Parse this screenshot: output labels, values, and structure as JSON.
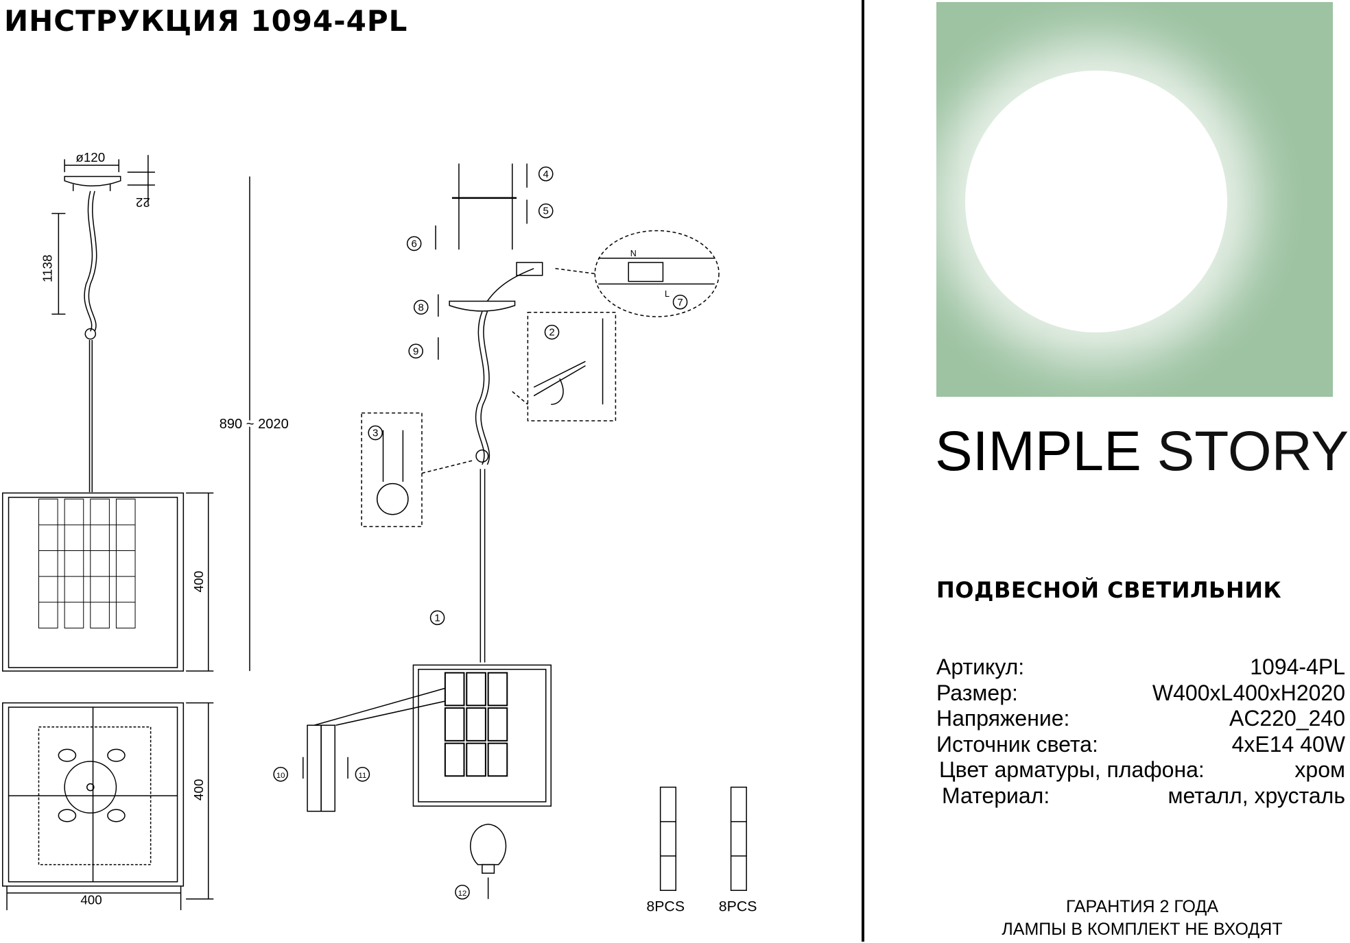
{
  "header": {
    "title": "ИНСТРУКЦИЯ 1094-4PL"
  },
  "drawing": {
    "dims": {
      "diameter": "ø120",
      "canopy_height": "22",
      "chain": "1138",
      "height_range": "890 ~ 2020",
      "front_height": "400",
      "top_depth": "400",
      "top_width": "400"
    },
    "steps": [
      "1",
      "2",
      "3",
      "4",
      "5",
      "6",
      "7",
      "8",
      "9",
      "10",
      "11",
      "12"
    ],
    "wire_labels": {
      "n": "N",
      "l": "L"
    },
    "parts": [
      {
        "qty": "8PCS"
      },
      {
        "qty": "8PCS"
      }
    ]
  },
  "brand": {
    "word1": "SIMPLE",
    "word2": "STORY",
    "hero_color": "#9dc3a2"
  },
  "product": {
    "type": "ПОДВЕСНОЙ СВЕТИЛЬНИК",
    "specs": [
      {
        "label": "Артикул:",
        "value": "1094-4PL"
      },
      {
        "label": "Размер:",
        "value": "W400xL400xH2020"
      },
      {
        "label": "Напряжение:",
        "value": "AC220_240"
      },
      {
        "label": "Источник света:",
        "value": "4xE14 40W"
      },
      {
        "label": "Цвет арматуры, плафона:",
        "value": "хром"
      },
      {
        "label": "Материал:",
        "value": "металл, хрусталь"
      }
    ]
  },
  "footer": {
    "warranty": "ГАРАНТИЯ 2 ГОДА",
    "lamps": "ЛАМПЫ В КОМПЛЕКТ НЕ ВХОДЯТ"
  }
}
